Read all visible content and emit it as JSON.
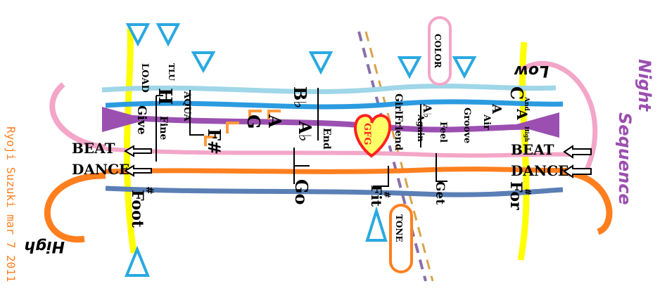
{
  "signature": "Ryoji Suzuki  mar 7 2011",
  "title_line1": "Night",
  "title_line2": "Sequence",
  "label_low": "Low",
  "label_high": "High",
  "label_color": "COLOR",
  "label_tone": "TONE",
  "label_gfg": "GFG",
  "beat_left": "BEAT",
  "dance_left": "DANCE",
  "beat_right": "BEAT",
  "dance_right": "DANCE",
  "col1": {
    "top": "LOAD",
    "word": "Give",
    "bottom": "Foot",
    "sharp": "#"
  },
  "col2": {
    "top": "TLU",
    "word": "Fine",
    "h": "H"
  },
  "col3": {
    "word": "AQUA"
  },
  "col4": {
    "notes": [
      "F#",
      "G",
      "A"
    ]
  },
  "col5": {
    "top": "B♭",
    "mid": "A♭",
    "bottom": "Go",
    "end": "End"
  },
  "col6": {
    "word": "GirlFriend",
    "bottom": "Fit",
    "sharp": "#"
  },
  "col7": {
    "words": [
      "A",
      "Air",
      "Groove",
      "Feel",
      "Get",
      "Again",
      "A♭"
    ]
  },
  "col8": {
    "top": "And",
    "A": "A",
    "C": "C",
    "bottom": "For",
    "sharp": "#",
    "high": "High"
  },
  "colors": {
    "yellow": "#ffff00",
    "purple": "#9b4fb0",
    "pink": "#f3a6c8",
    "light_blue": "#9fd6e8",
    "blue": "#2b9be0",
    "orange": "#ff7f1f",
    "steel": "#5a7fb5",
    "triangle_fill": "#2aa9e0",
    "heart": "#ff2020"
  }
}
